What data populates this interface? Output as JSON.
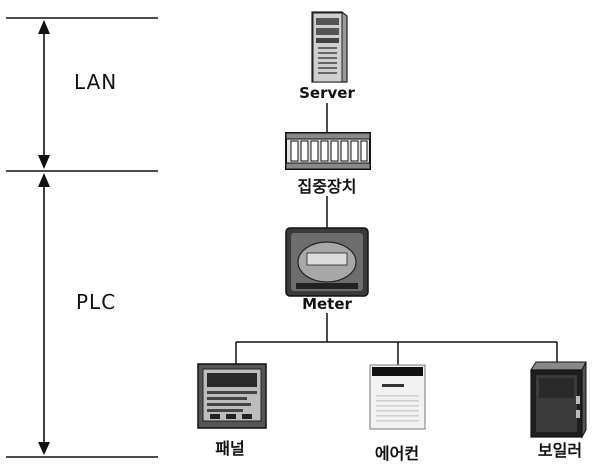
{
  "zones": {
    "lan": "LAN",
    "plc": "PLC"
  },
  "nodes": {
    "server": "Server",
    "concentrator": "집중장치",
    "meter": "Meter",
    "panel": "패널",
    "aircon": "에어컨",
    "boiler": "보일러"
  },
  "colors": {
    "line": "#111111",
    "device_dark": "#2a2a2a",
    "device_mid": "#7a7a7a",
    "device_light": "#d8d8d8"
  }
}
